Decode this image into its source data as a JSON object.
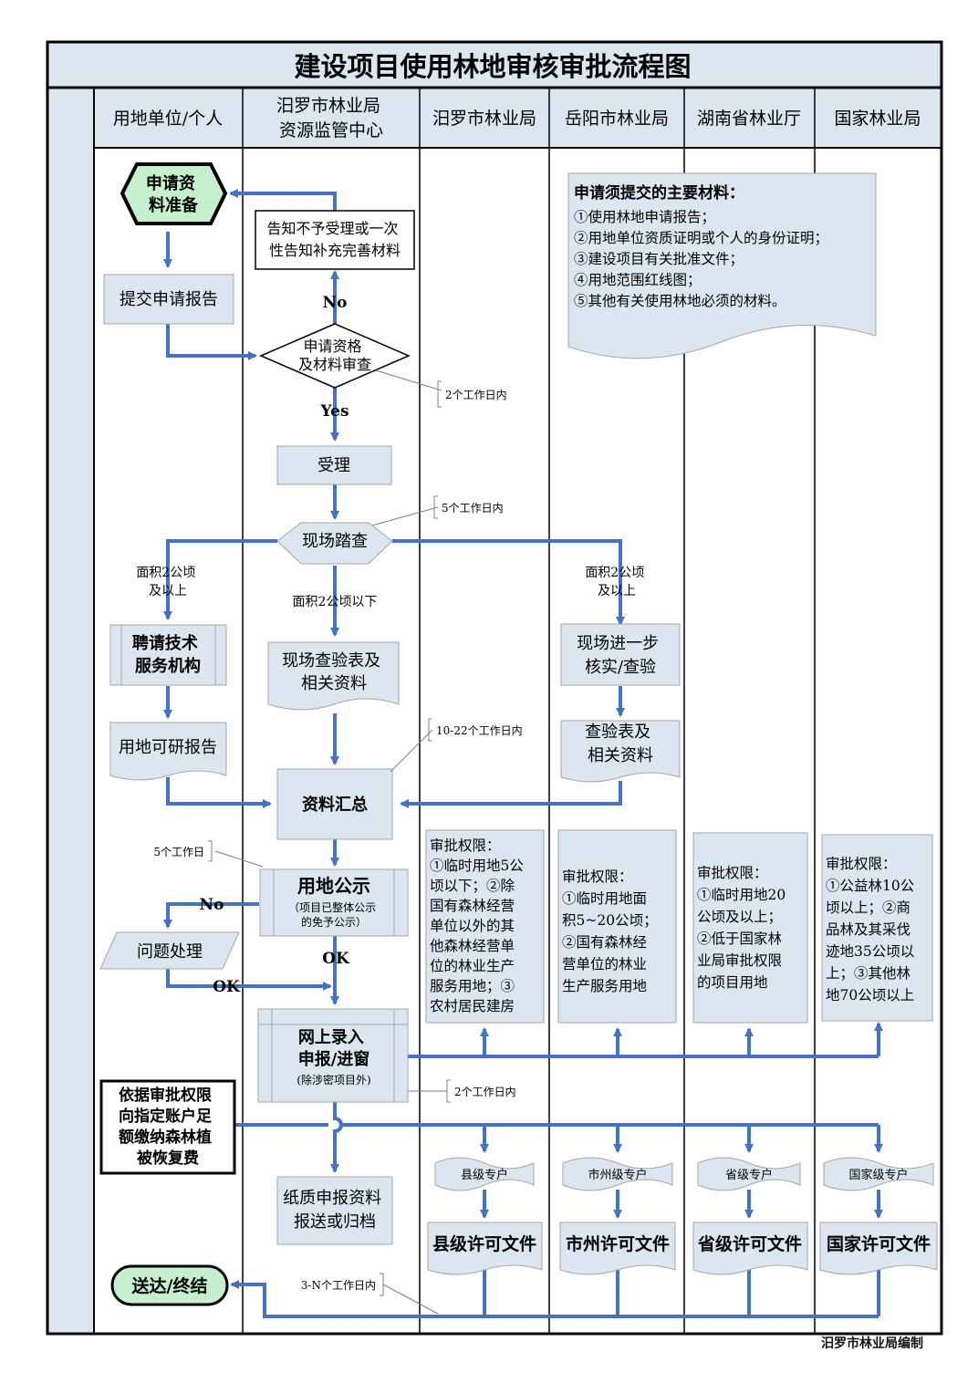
{
  "title": "建设项目使用林地审核审批流程图",
  "columns": [
    {
      "lines": [
        "用地单位/个人"
      ]
    },
    {
      "lines": [
        "汨罗市林业局",
        "资源监管中心"
      ]
    },
    {
      "lines": [
        "汨罗市林业局"
      ]
    },
    {
      "lines": [
        "岳阳市林业局"
      ]
    },
    {
      "lines": [
        "湖南省林业厅"
      ]
    },
    {
      "lines": [
        "国家林业局"
      ]
    }
  ],
  "nodes": {
    "prepare": [
      "申请资",
      "料准备"
    ],
    "notify": [
      "告知不予受理或一次",
      "性告知补充完善材料"
    ],
    "submit": [
      "提交申请报告"
    ],
    "review": [
      "申请资格",
      "及材料审查"
    ],
    "accept": [
      "受理"
    ],
    "survey": [
      "现场踏查"
    ],
    "hire": [
      "聘请技术",
      "服务机构"
    ],
    "check_form": [
      "现场查验表及",
      "相关资料"
    ],
    "verify": [
      "现场进一步",
      "核实/查验"
    ],
    "feasibility": [
      "用地可研报告"
    ],
    "inspect_form": [
      "查验表及",
      "相关资料"
    ],
    "summary": [
      "资料汇总"
    ],
    "publicity": [
      "用地公示"
    ],
    "publicity_note": [
      "（项目已整体公示",
      "的免予公示）"
    ],
    "problem": [
      "问题处理"
    ],
    "online": [
      "网上录入",
      "申报/进窗"
    ],
    "online_note": [
      "(除涉密项目外)"
    ],
    "pay": [
      "依据审批权限",
      "向指定账户足",
      "额缴纳森林植",
      "被恢复费"
    ],
    "paper": [
      "纸质申报资料",
      "报送或归档"
    ],
    "finish": [
      "送达/终结"
    ]
  },
  "materials": {
    "heading": "申请须提交的主要材料：",
    "items": [
      "①使用林地申请报告；",
      "②用地单位资质证明或个人的身份证明；",
      "③建设项目有关批准文件；",
      "④用地范围红线图；",
      "⑤其他有关使用林地必须的材料。"
    ]
  },
  "authority": [
    [
      "审批权限：",
      "①临时用地5公",
      "顷以下；②除",
      "国有森林经营",
      "单位以外的其",
      "他森林经营单",
      "位的林业生产",
      "服务用地；③",
      "农村居民建房"
    ],
    [
      "审批权限：",
      "①临时用地面",
      "积5~20公顷；",
      "②国有森林经",
      "营单位的林业",
      "生产服务用地"
    ],
    [
      "审批权限：",
      "①临时用地20",
      "公顷及以上；",
      "②低于国家林",
      "业局审批权限",
      "的项目用地"
    ],
    [
      "审批权限：",
      "①公益林10公",
      "顷以上；②商",
      "品林及其采伐",
      "迹地35公顷以",
      "上；③其他林",
      "地70公顷以上"
    ]
  ],
  "accounts": [
    "县级专户",
    "市州级专户",
    "省级专户",
    "国家级专户"
  ],
  "permits": [
    "县级许可文件",
    "市州许可文件",
    "省级许可文件",
    "国家许可文件"
  ],
  "labels": {
    "no1": "No",
    "yes": "Yes",
    "area_ge_left": [
      "面积2公顷",
      "及以上"
    ],
    "area_lt": "面积2公顷以下",
    "area_ge_right": [
      "面积2公顷",
      "及以上"
    ],
    "no2": "No",
    "ok1": "OK",
    "ok2": "OK"
  },
  "time_notes": {
    "t1": "2个工作日内",
    "t2": "5个工作日内",
    "t3": "10-22个工作日内",
    "t4": "5个工作日",
    "t5": "2个工作日内",
    "t6": "3-N个工作日内"
  },
  "footer": "汨罗市林业局编制",
  "colors": {
    "arrow": "#4472C4",
    "box_fill": "#DCE6F1",
    "title_fill": "#DCE6F1",
    "terminal_fill": "#C6EFCE",
    "frame": "#000000"
  }
}
